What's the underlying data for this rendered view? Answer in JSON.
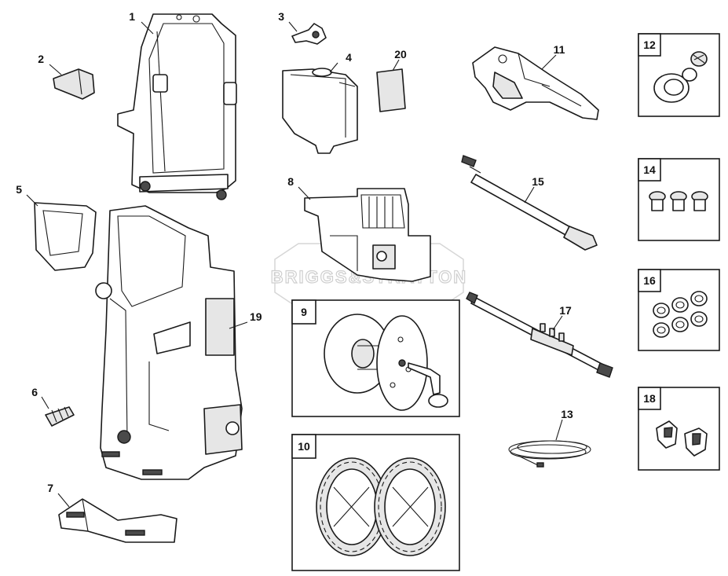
{
  "diagram": {
    "watermark": "BRIGGS&STRATTON",
    "callouts": {
      "p1": "1",
      "p2": "2",
      "p3": "3",
      "p4": "4",
      "p5": "5",
      "p6": "6",
      "p7": "7",
      "p8": "8",
      "p9": "9",
      "p10": "10",
      "p11": "11",
      "p12": "12",
      "p13": "13",
      "p14": "14",
      "p15": "15",
      "p16": "16",
      "p17": "17",
      "p18": "18",
      "p19": "19",
      "p20": "20"
    }
  }
}
